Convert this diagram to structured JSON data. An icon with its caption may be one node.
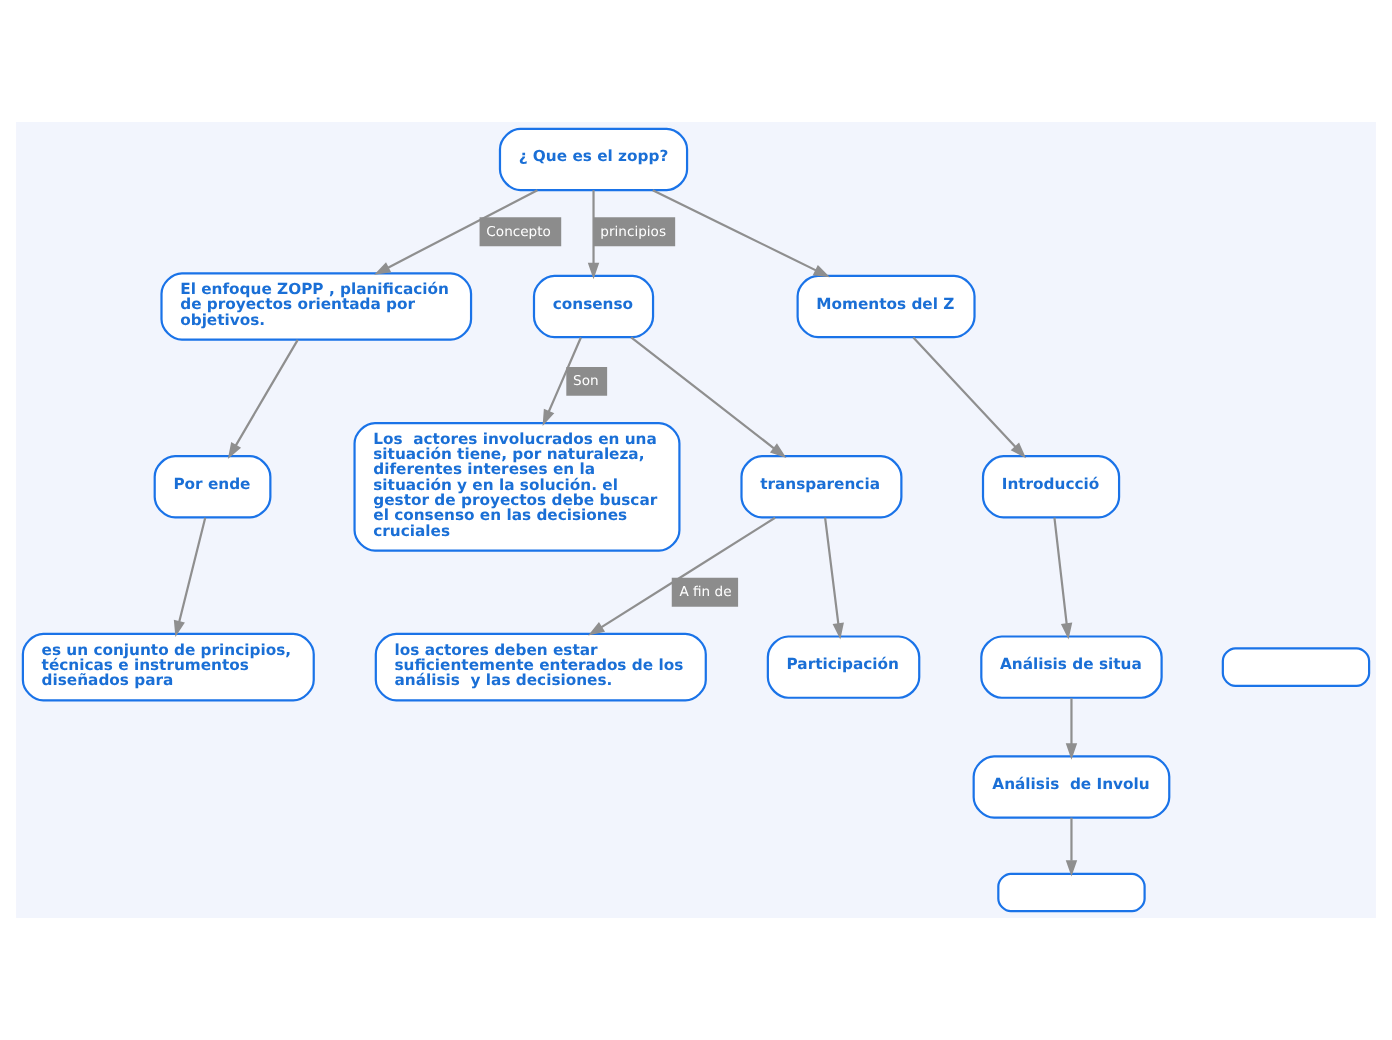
{
  "diagram": {
    "nodes": [
      {
        "text": [
          "¿ Que es el zopp?"
        ]
      },
      {
        "text": [
          "El enfoque ZOPP , planificación de proyectos orientada por objetivos."
        ]
      },
      {
        "text": [
          "Por ende"
        ]
      },
      {
        "text": [
          "es un conjunto de principios, técnicas e instrumentos diseñados para"
        ]
      },
      {
        "text": [
          "consenso"
        ]
      },
      {
        "text": [
          "Los  actores involucrados en una situación tiene, por naturaleza, diferentes intereses en la situación y en la solución. el gestor de proyectos debe buscar el consenso en las decisiones cruciales"
        ]
      },
      {
        "text": [
          "transparencia"
        ]
      },
      {
        "text": [
          "los actores deben estar suficientemente enterados de los análisis  y las decisiones."
        ]
      },
      {
        "text": [
          "Participación"
        ]
      },
      {
        "text": [],
        "shape": "box"
      },
      {
        "text": [
          "Momentos del Z"
        ]
      },
      {
        "text": [
          "Introducció"
        ]
      },
      {
        "text": [
          "Análisis de situa"
        ]
      },
      {
        "text": [
          "Análisis  de Involu"
        ]
      },
      {
        "text": [],
        "shape": "box"
      }
    ],
    "edges": [
      {
        "from": 0,
        "to": 1,
        "arrow": "to",
        "label": "Concepto"
      },
      {
        "from": 0,
        "to": 4,
        "arrow": "to",
        "label": "principios"
      },
      {
        "from": 0,
        "to": 10,
        "arrow": "to"
      },
      {
        "from": 1,
        "to": 2,
        "arrow": "to"
      },
      {
        "from": 2,
        "to": 3,
        "arrow": "to"
      },
      {
        "from": 4,
        "to": 5,
        "arrow": "to",
        "label": "Son"
      },
      {
        "from": 4,
        "to": 6,
        "arrow": "to"
      },
      {
        "from": 6,
        "to": 7,
        "arrow": "to",
        "label": "A fin de"
      },
      {
        "from": 6,
        "to": 8,
        "arrow": "to"
      },
      {
        "from": 10,
        "to": 11,
        "arrow": "to"
      },
      {
        "from": 11,
        "to": 12,
        "arrow": "to"
      },
      {
        "from": 12,
        "to": 13,
        "arrow": "to"
      },
      {
        "from": 13,
        "to": 14,
        "arrow": "to"
      }
    ]
  }
}
